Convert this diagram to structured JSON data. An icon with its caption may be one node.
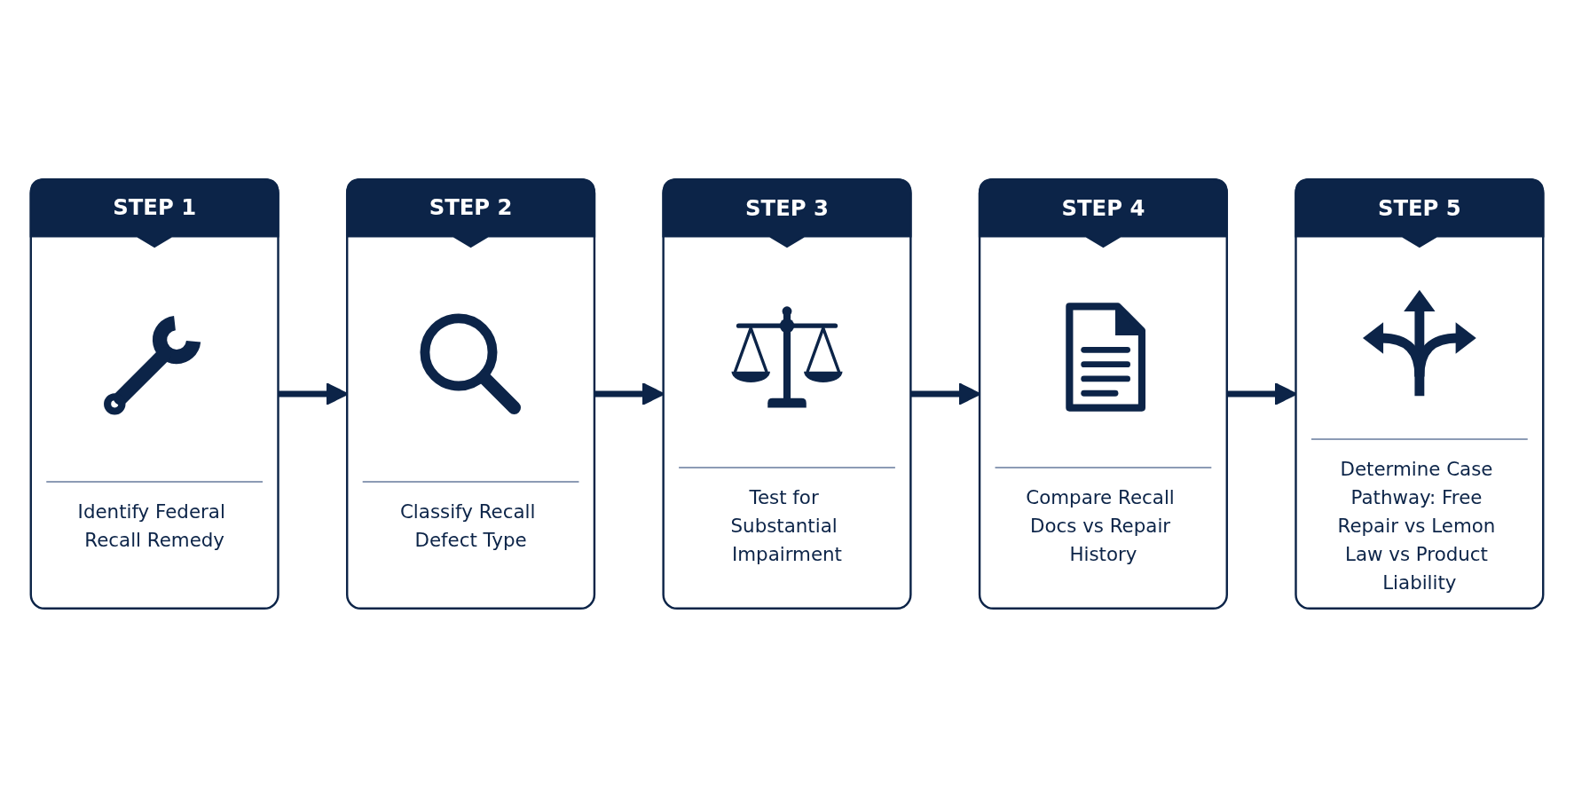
{
  "diagram": {
    "nodes": [
      {
        "text": [
          "STEP 1",
          "Identify Federal Recall Remedy"
        ]
      },
      {
        "text": [
          "STEP 2",
          "Classify Recall Defect Type"
        ]
      },
      {
        "text": [
          "STEP 3",
          "Test for Substantial Impairment"
        ]
      },
      {
        "text": [
          "STEP 4",
          "Compare Recall Docs vs Repair History"
        ]
      },
      {
        "text": [
          "STEP 5",
          "Determine Case Pathway: Free Repair vs Lemon Law vs Product Liability"
        ]
      }
    ],
    "edges": [
      {
        "from": 0,
        "to": 1,
        "arrow": "to"
      },
      {
        "from": 1,
        "to": 2,
        "arrow": "to"
      },
      {
        "from": 2,
        "to": 3,
        "arrow": "to"
      },
      {
        "from": 3,
        "to": 4,
        "arrow": "to"
      }
    ]
  }
}
